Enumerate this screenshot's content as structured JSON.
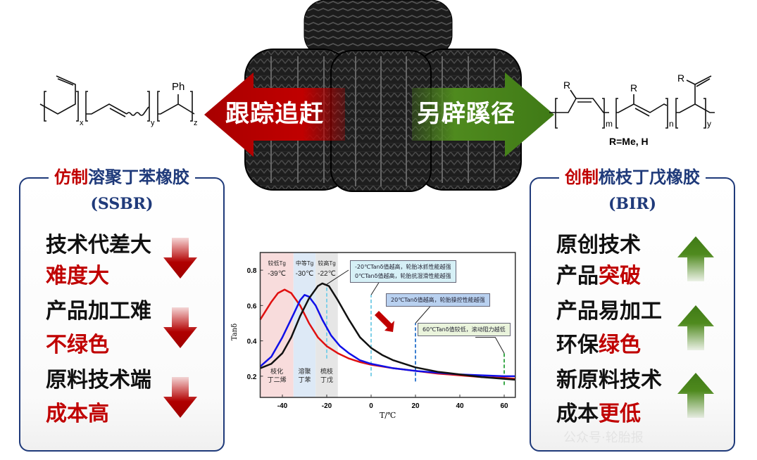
{
  "center": {
    "left_arrow": "跟踪追赶",
    "right_arrow": "另辟蹊径",
    "colors": {
      "red": "#c00000",
      "green": "#4f8a1e",
      "navy": "#1f3a7a"
    }
  },
  "left_structure": {
    "ph": "Ph",
    "x": "x",
    "y": "y",
    "z": "z"
  },
  "right_structure": {
    "r1": "R",
    "r2": "R",
    "r3": "R",
    "m": "m",
    "n": "n",
    "y": "y",
    "legend": "R=Me, H"
  },
  "left_panel": {
    "title_red": "仿制",
    "title_rest": "溶聚丁苯橡胶",
    "subtitle": "(SSBR)",
    "items": [
      {
        "a": "技术代差大",
        "b": ""
      },
      {
        "a": "",
        "b": "难度大"
      },
      {
        "a": "产品加工难",
        "b": ""
      },
      {
        "a": "",
        "b": "不绿色"
      },
      {
        "a": "原料技术端",
        "b": ""
      },
      {
        "a": "",
        "b": "成本高"
      }
    ]
  },
  "right_panel": {
    "title_red": "创制",
    "title_rest": "梳枝丁戊橡胶",
    "subtitle": "(BIR)",
    "items": [
      {
        "a": "原创技术",
        "b": ""
      },
      {
        "a": "产品",
        "b": "突破"
      },
      {
        "a": "产品易加工",
        "b": ""
      },
      {
        "a": "环保",
        "b": "绿色"
      },
      {
        "a": "新原料技术",
        "b": ""
      },
      {
        "a": "成本",
        "b": "更低"
      }
    ]
  },
  "watermark": "公众号·轮胎报",
  "chart_data": {
    "type": "line",
    "xlabel": "T/℃",
    "ylabel": "Tanδ",
    "xlim": [
      -50,
      65
    ],
    "ylim": [
      0.08,
      0.9
    ],
    "xticks": [
      -40,
      -20,
      0,
      20,
      40,
      60
    ],
    "yticks": [
      0.2,
      0.4,
      0.6,
      0.8
    ],
    "bands": [
      {
        "from": -50,
        "to": -35,
        "color": "#f8dcdc",
        "top1": "较低Tg",
        "top2": "-39℃",
        "bot1": "枝化",
        "bot2": "丁二烯"
      },
      {
        "from": -35,
        "to": -25,
        "color": "#dde9f6",
        "top1": "中等Tg",
        "top2": "-30℃",
        "bot1": "溶聚",
        "bot2": "丁苯"
      },
      {
        "from": -25,
        "to": -15,
        "color": "#e6e6e6",
        "top1": "较高Tg",
        "top2": "-22℃",
        "bot1": "梳枝",
        "bot2": "丁戊"
      }
    ],
    "series": [
      {
        "name": "red",
        "color": "#e01010",
        "x": [
          -50,
          -45,
          -42,
          -39,
          -36,
          -32,
          -28,
          -24,
          -20,
          -15,
          -10,
          -5,
          0,
          10,
          20,
          30,
          40,
          50,
          60,
          65
        ],
        "y": [
          0.52,
          0.62,
          0.67,
          0.69,
          0.67,
          0.6,
          0.5,
          0.42,
          0.37,
          0.33,
          0.3,
          0.28,
          0.265,
          0.245,
          0.23,
          0.215,
          0.205,
          0.195,
          0.19,
          0.185
        ]
      },
      {
        "name": "blue",
        "color": "#1010e8",
        "x": [
          -50,
          -45,
          -40,
          -35,
          -32,
          -30,
          -28,
          -25,
          -22,
          -18,
          -14,
          -10,
          -5,
          0,
          10,
          20,
          30,
          40,
          50,
          60,
          65
        ],
        "y": [
          0.255,
          0.31,
          0.42,
          0.55,
          0.63,
          0.66,
          0.65,
          0.6,
          0.52,
          0.43,
          0.37,
          0.33,
          0.29,
          0.27,
          0.245,
          0.23,
          0.22,
          0.21,
          0.205,
          0.2,
          0.2
        ]
      },
      {
        "name": "black",
        "color": "#111111",
        "x": [
          -50,
          -45,
          -40,
          -36,
          -32,
          -28,
          -24,
          -22,
          -19,
          -15,
          -10,
          -5,
          0,
          5,
          10,
          20,
          30,
          40,
          50,
          60,
          65
        ],
        "y": [
          0.245,
          0.27,
          0.33,
          0.42,
          0.54,
          0.64,
          0.71,
          0.725,
          0.71,
          0.63,
          0.52,
          0.42,
          0.36,
          0.32,
          0.29,
          0.25,
          0.225,
          0.21,
          0.195,
          0.185,
          0.18
        ]
      }
    ],
    "markers": [
      {
        "x": -20,
        "y0": 0.3,
        "y1": 0.72,
        "color": "#7fd0e8"
      },
      {
        "x": 0,
        "y0": 0.2,
        "y1": 0.66,
        "color": "#7fd0e8"
      },
      {
        "x": 20,
        "y0": 0.17,
        "y1": 0.5,
        "color": "#3b7fd0"
      },
      {
        "x": 60,
        "y0": 0.15,
        "y1": 0.33,
        "color": "#3caa4c"
      }
    ],
    "annotations": [
      {
        "line1": "-20℃Tanδ值越高，轮胎冰抓性能越强",
        "line2": "0℃Tanδ值越高，轮胎抗湿滑性能越强"
      },
      {
        "line1": "20℃Tanδ值越高，轮胎操控性能越强"
      },
      {
        "line1": "60℃Tanδ值较低，滚动阻力越低"
      }
    ]
  }
}
